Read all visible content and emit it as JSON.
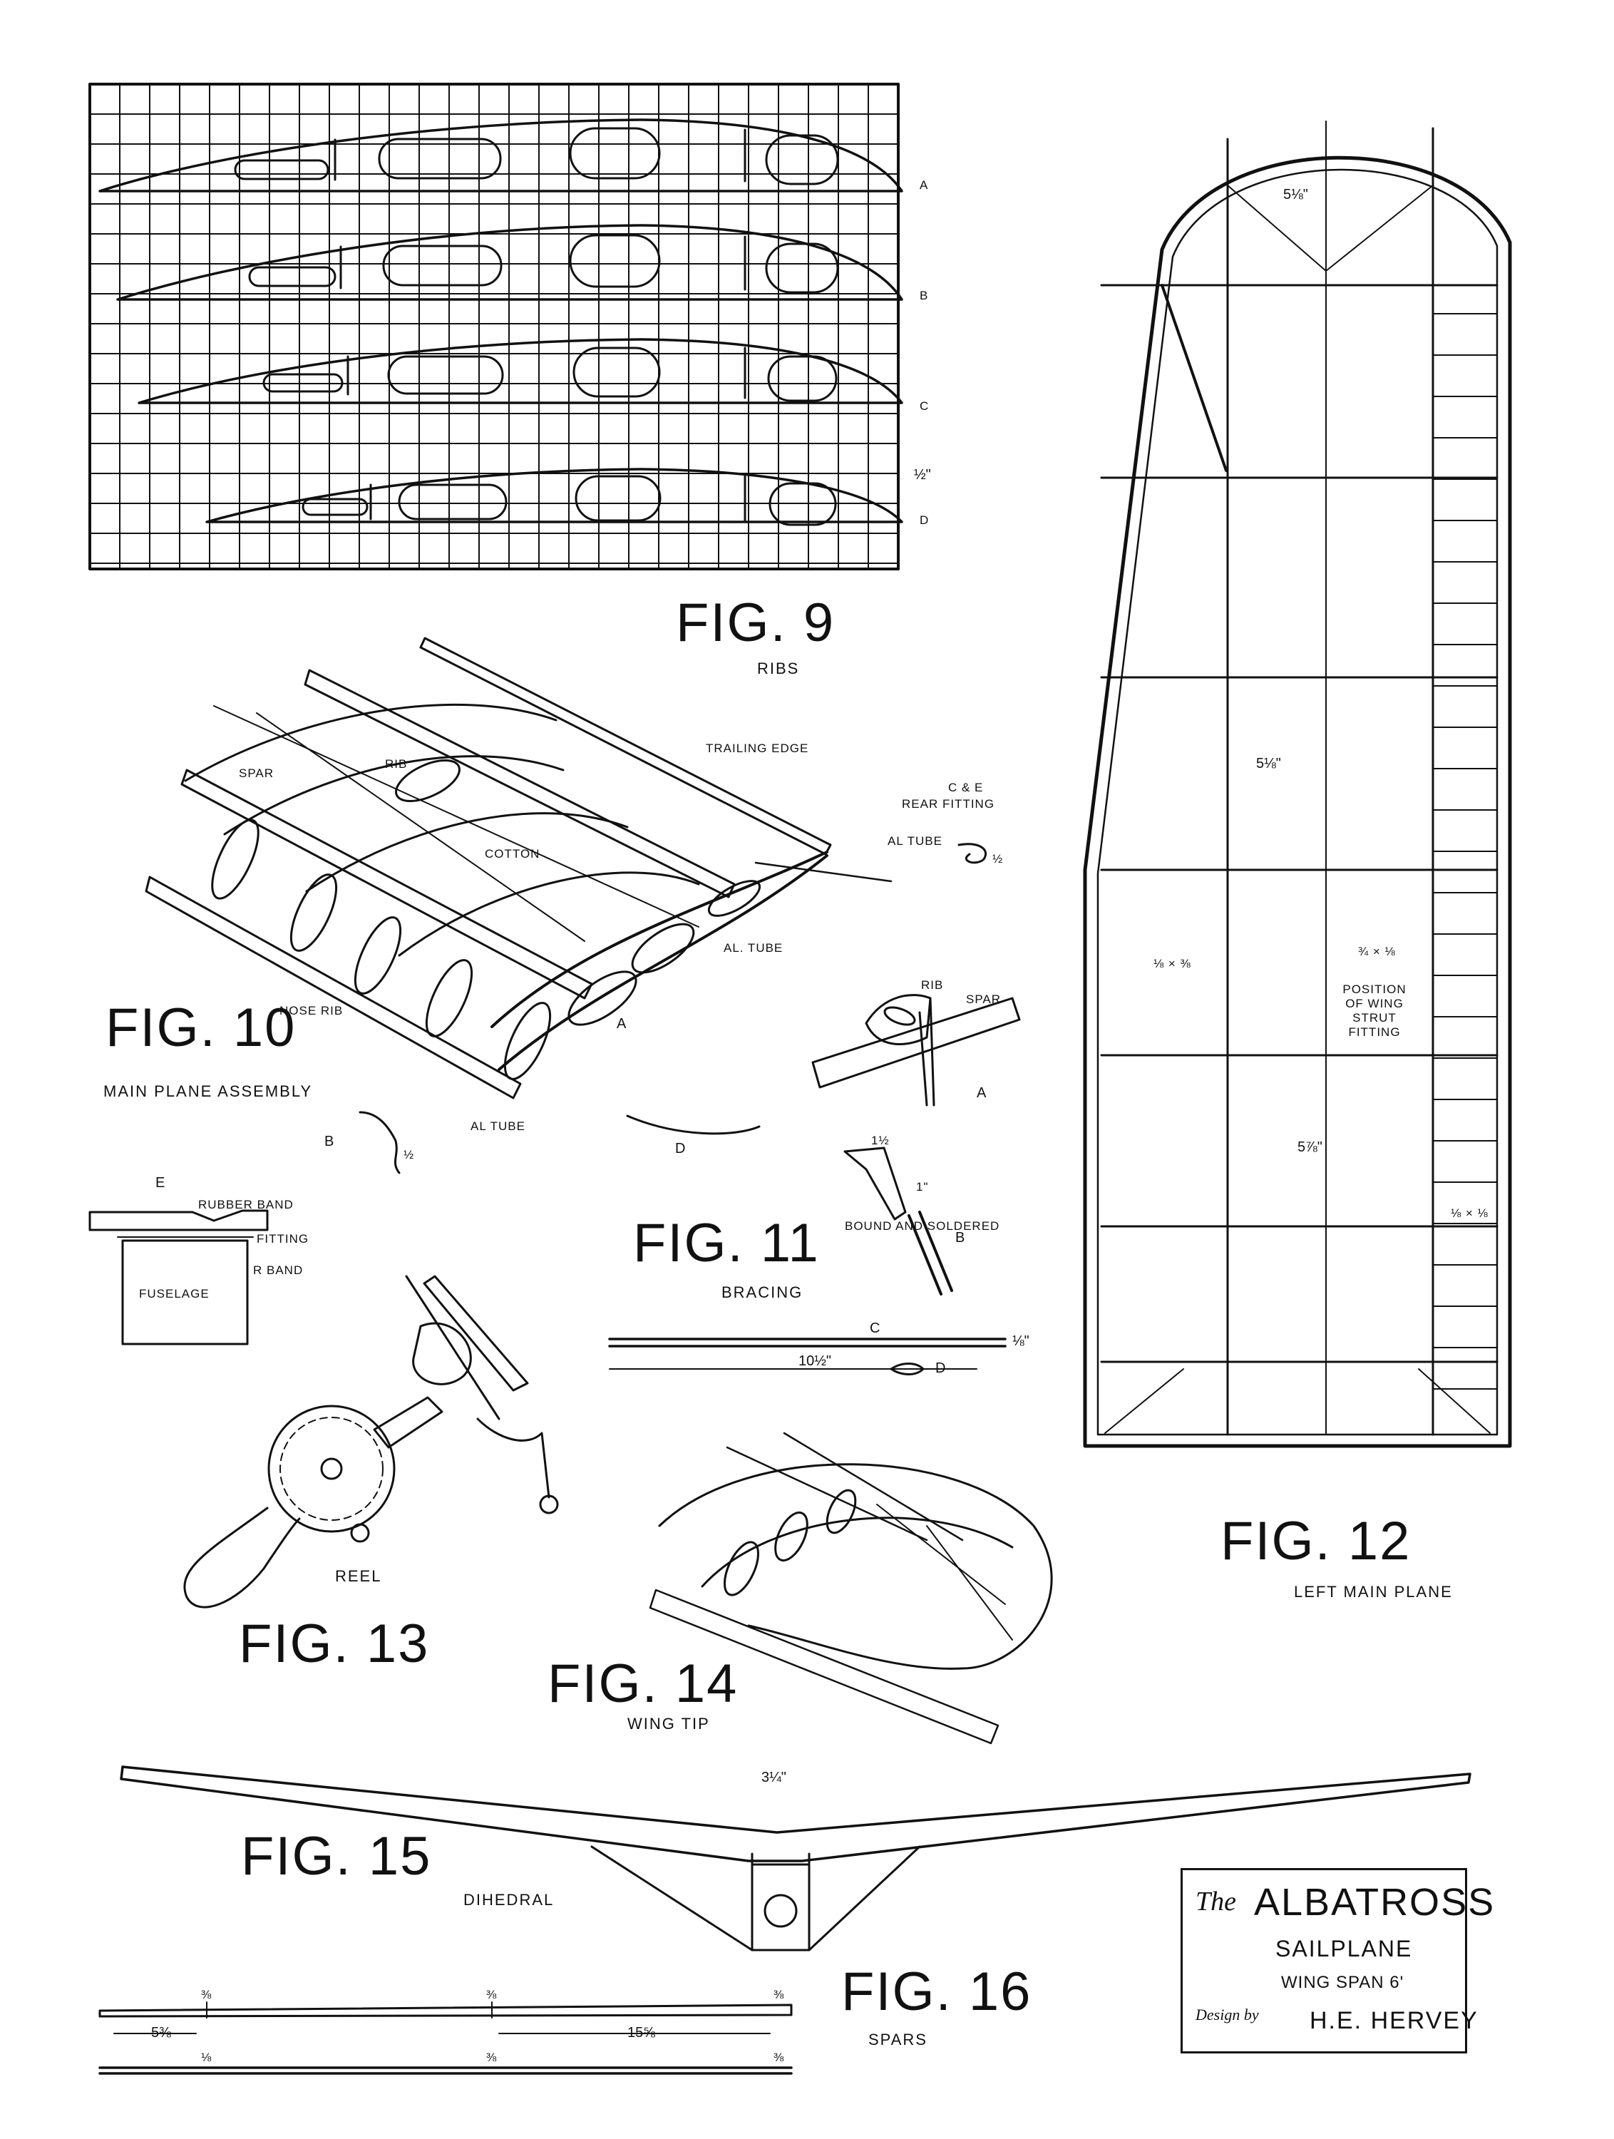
{
  "figures": {
    "fig9": {
      "title": "FIG. 9",
      "caption": "RIBS",
      "rib_letters": [
        "A",
        "B",
        "C",
        "D"
      ],
      "scale_label": "½\""
    },
    "fig10": {
      "title": "FIG. 10",
      "caption": "MAIN PLANE ASSEMBLY",
      "callouts": {
        "spar": "SPAR",
        "rib": "RIB",
        "trailing_edge": "TRAILING EDGE",
        "rear_fitting": "REAR FITTING",
        "rear_fitting_letters": "C & E",
        "al_tube_upper": "AL TUBE",
        "cotton": "COTTON",
        "al_tube_mid": "AL. TUBE",
        "nose_rib": "NOSE RIB",
        "point_a": "A",
        "al_tube_lower": "AL TUBE",
        "point_b": "B",
        "point_d": "D",
        "dim_b": "½",
        "dim_c": "½"
      }
    },
    "fig11": {
      "title": "FIG. 11",
      "caption": "BRACING",
      "callouts": {
        "rib": "RIB",
        "spar": "SPAR",
        "point_a": "A",
        "dim_top": "1½",
        "dim_side": "1\"",
        "bound": "BOUND AND SOLDERED",
        "point_b": "B",
        "point_c": "C",
        "dim_len": "10½\"",
        "dim_dia": "⅛\"",
        "point_d": "D"
      }
    },
    "fig_e": {
      "letter": "E",
      "rubber_band": "RUBBER BAND",
      "fitting": "FITTING",
      "r_band": "R BAND",
      "fuselage": "FUSELAGE"
    },
    "fig12": {
      "title": "FIG. 12",
      "caption": "LEFT MAIN PLANE",
      "dims": {
        "top": "5⅛\"",
        "mid": "5⅛\"",
        "bottom": "5⅞\"",
        "left_strip": "⅛ × ⅜",
        "right_strip_upper": "¾ × ⅛",
        "right_strip_lower": "⅛ × ⅛"
      },
      "note": "POSITION OF WING STRUT FITTING"
    },
    "fig13": {
      "title": "FIG. 13",
      "caption": "REEL"
    },
    "fig14": {
      "title": "FIG. 14",
      "caption": "WING TIP"
    },
    "fig15": {
      "title": "FIG. 15",
      "caption": "DIHEDRAL",
      "dim": "3¼\""
    },
    "fig16": {
      "title": "FIG. 16",
      "caption": "SPARS",
      "marks": {
        "m1": "⅜",
        "m2": "⅜",
        "m3": "⅜",
        "m4": "⅛",
        "m5": "⅜",
        "m6": "⅜"
      },
      "dims": {
        "d1": "5⅜",
        "d2": "15⅝"
      }
    }
  },
  "title_block": {
    "the": "The",
    "name": "ALBATROSS",
    "type": "SAILPLANE",
    "span": "WING SPAN 6'",
    "design_by": "Design by",
    "designer": "H.E. HERVEY"
  }
}
